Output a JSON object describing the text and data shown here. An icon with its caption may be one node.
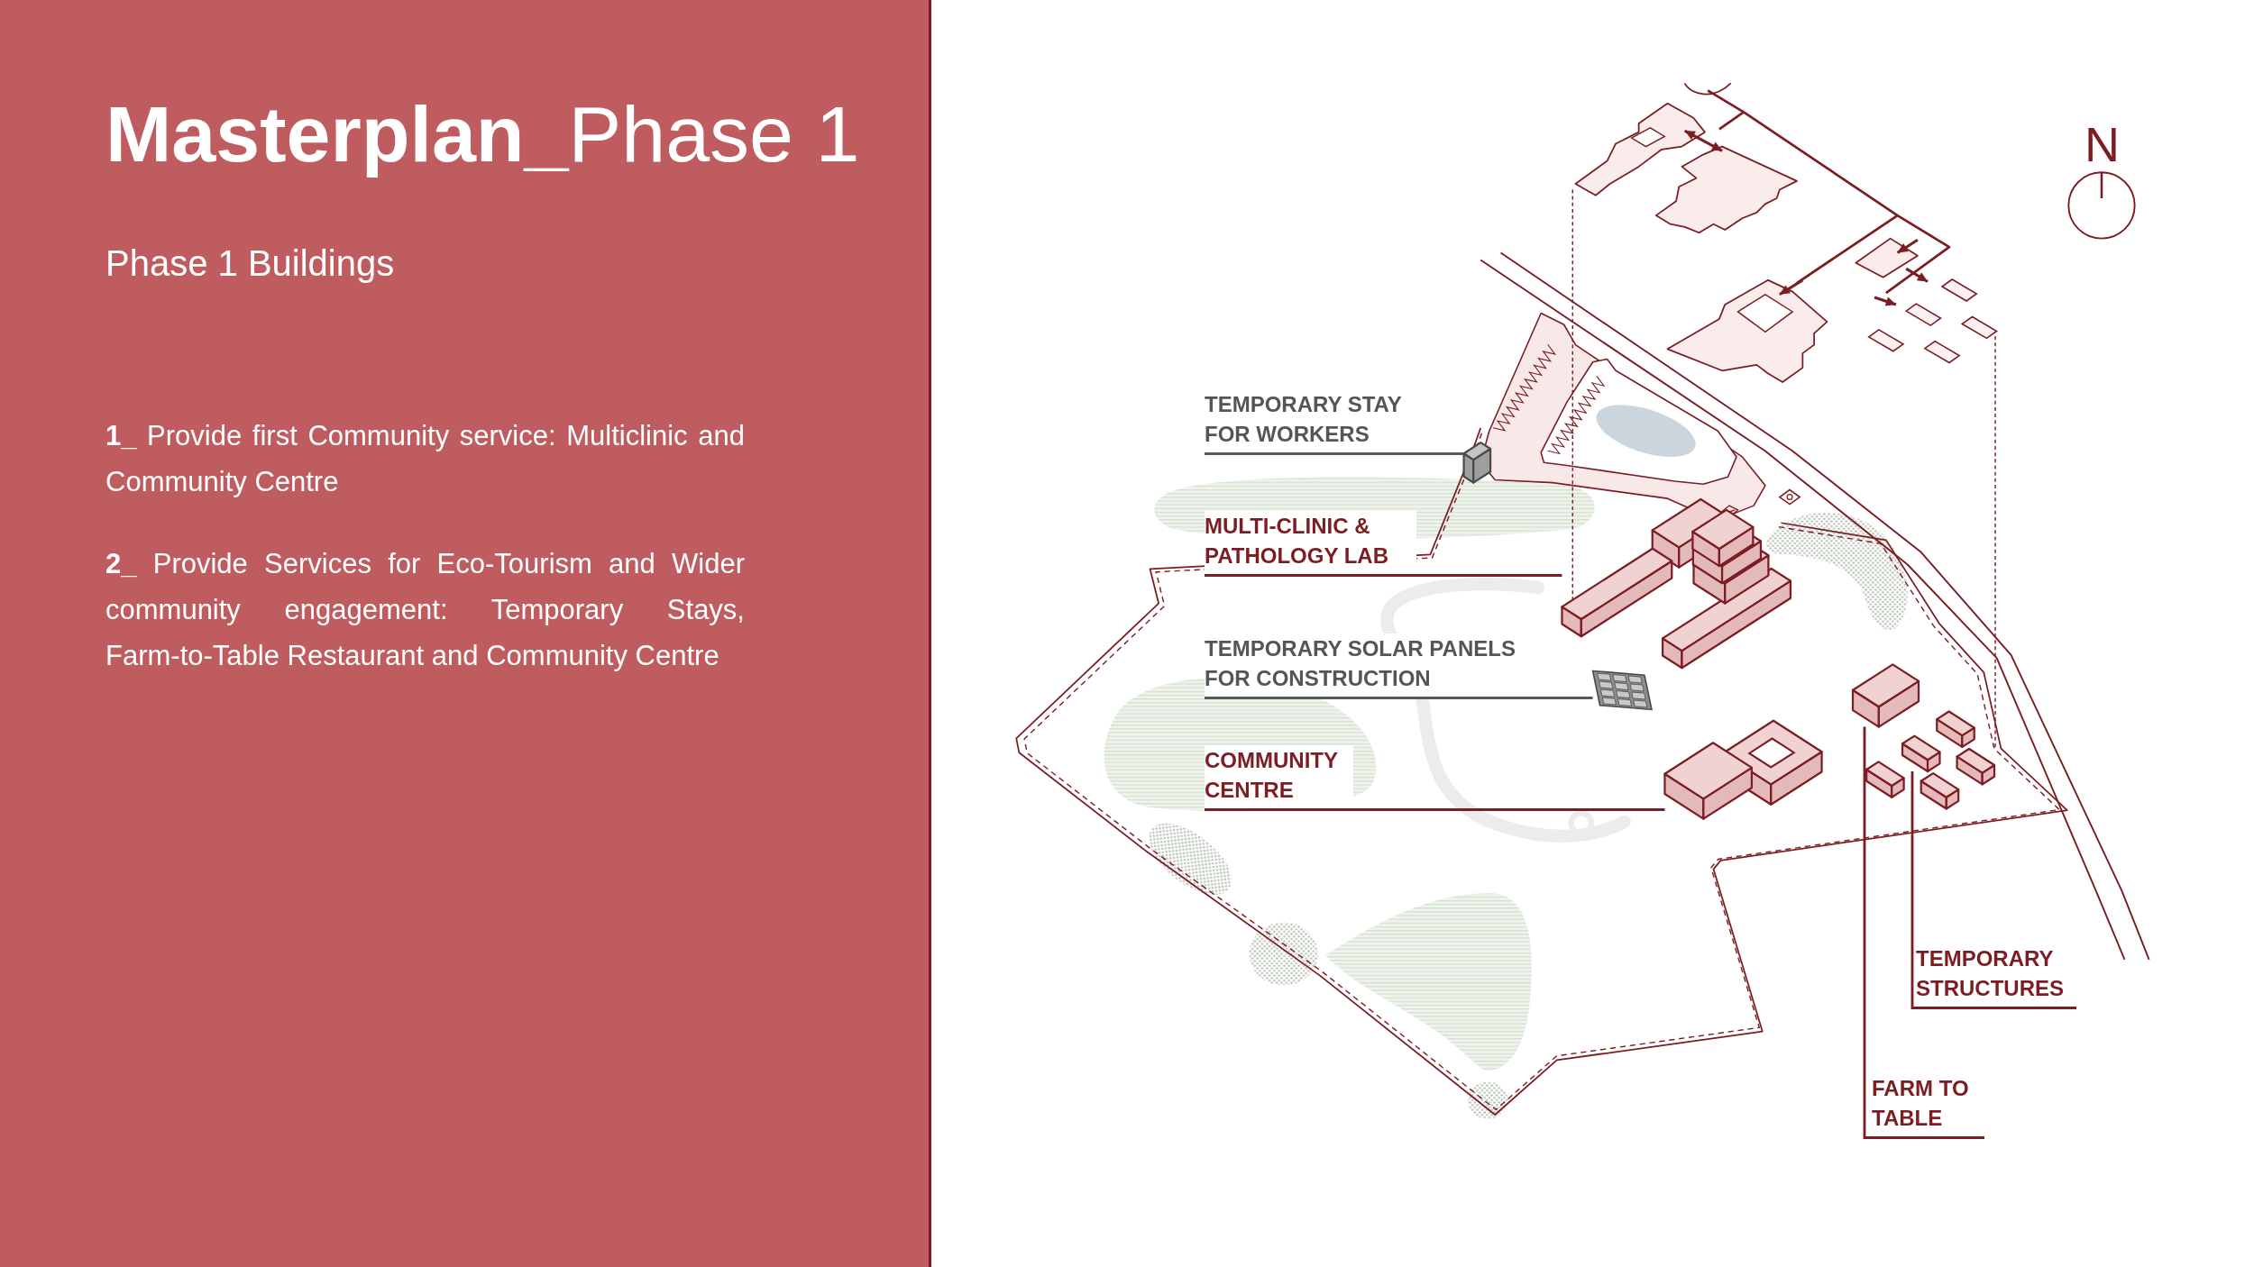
{
  "diagram": {
    "title": "**Masterplan_**Phase 1",
    "nodes": [
      {
        "text": [
          "TEMPORARY STAY FOR WORKERS"
        ]
      },
      {
        "text": [
          "MULTI-CLINIC & PATHOLOGY LAB"
        ]
      },
      {
        "text": [
          "TEMPORARY SOLAR PANELS FOR CONSTRUCTION"
        ]
      },
      {
        "text": [
          "COMMUNITY CENTRE"
        ]
      },
      {
        "text": [
          "TEMPORARY STRUCTURES"
        ]
      },
      {
        "text": [
          "FARM TO TABLE"
        ]
      },
      {
        "text": [],
        "shape": "box"
      },
      {
        "text": [],
        "shape": "picture"
      },
      {
        "text": [],
        "shape": "picture"
      },
      {
        "text": [],
        "shape": "picture"
      },
      {
        "text": [],
        "shape": "box"
      },
      {
        "text": [],
        "shape": "box"
      },
      {
        "text": [],
        "shape": "box"
      },
      {
        "text": [],
        "shape": "box"
      },
      {
        "text": [],
        "shape": "box"
      },
      {
        "text": [],
        "shape": "box"
      }
    ],
    "edges": [
      {
        "from": 0,
        "to": 6,
        "arrow": "none",
        "color": "#595959"
      },
      {
        "from": 1,
        "to": 7,
        "arrow": "none"
      },
      {
        "from": 2,
        "to": 8,
        "arrow": "none",
        "color": "#595959"
      },
      {
        "from": 3,
        "to": 9,
        "arrow": "none"
      },
      {
        "from": 4,
        "to": 10,
        "arrow": "none"
      },
      {
        "from": 5,
        "to": 11,
        "arrow": "none"
      }
    ],
    "labels": [
      "Phase 1 Buildings",
      "**1_** Provide first Community service: Multiclinic and Community Centre",
      "**2_** Provide Services for Eco-Tourism and Wider community engagement: Temporary Stays, Farm-to-Table Restaurant and Community Centre",
      "N"
    ]
  }
}
